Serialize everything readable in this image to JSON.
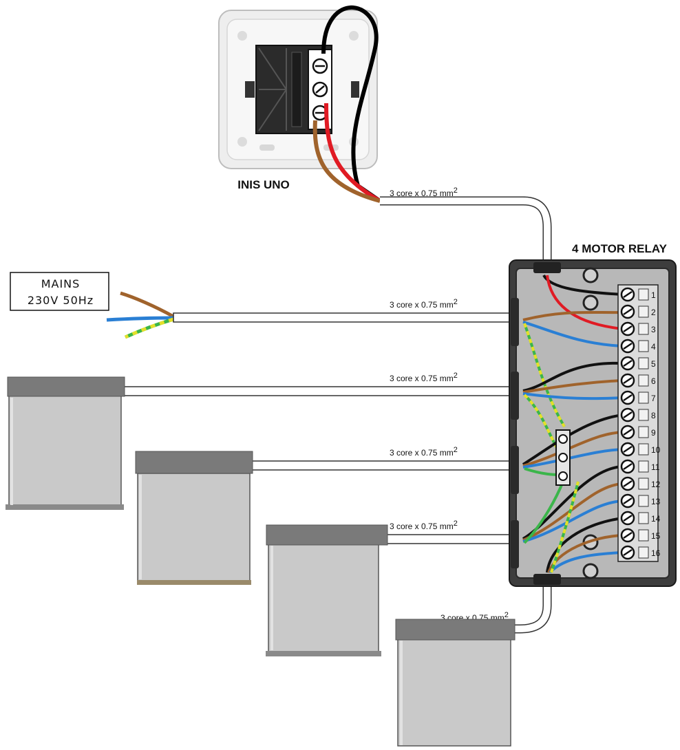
{
  "switch": {
    "label": "INIS UNO"
  },
  "relay": {
    "title": "4 MOTOR RELAY",
    "terminals": [
      "1",
      "2",
      "3",
      "4",
      "5",
      "6",
      "7",
      "8",
      "9",
      "10",
      "11",
      "12",
      "13",
      "14",
      "15",
      "16"
    ]
  },
  "mains": {
    "line1": "MAINS",
    "line2": "230V 50Hz"
  },
  "cables": {
    "switch_cable": "3 core x 0.75 mm",
    "mains_cable": "3 core x 0.75 mm",
    "motor1_cable": "3 core x 0.75 mm",
    "motor2_cable": "3 core x 0.75 mm",
    "motor3_cable": "3 core x 0.75 mm",
    "motor4_cable": "3 core x 0.75 mm",
    "superscript": "2"
  },
  "colors": {
    "live_brown": "#a0632c",
    "neutral_blue": "#2a7fd4",
    "earth_green": "#3bb54a",
    "earth_yellow": "#e4e02a",
    "switch_red": "#e01b24",
    "black": "#111111",
    "motor_body": "#c9c9c9",
    "motor_cap": "#7a7a7a",
    "relay_box": "#3d3d3d"
  }
}
